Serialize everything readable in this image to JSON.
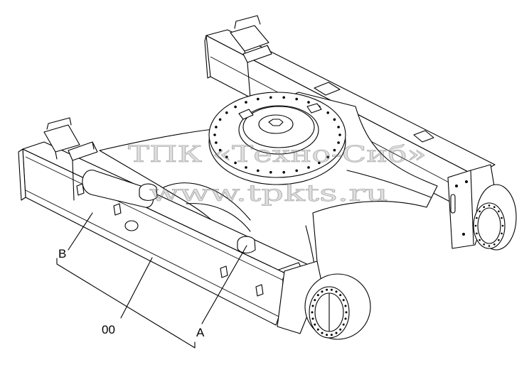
{
  "labels": {
    "b": "B",
    "zero": "00",
    "a": "A"
  },
  "watermark": {
    "company": "ТПК «Техно-Сиб»",
    "site": "www.tpkts.ru"
  },
  "colors": {
    "line": "#000000",
    "background": "#ffffff",
    "watermark": "#8c8c8c"
  }
}
